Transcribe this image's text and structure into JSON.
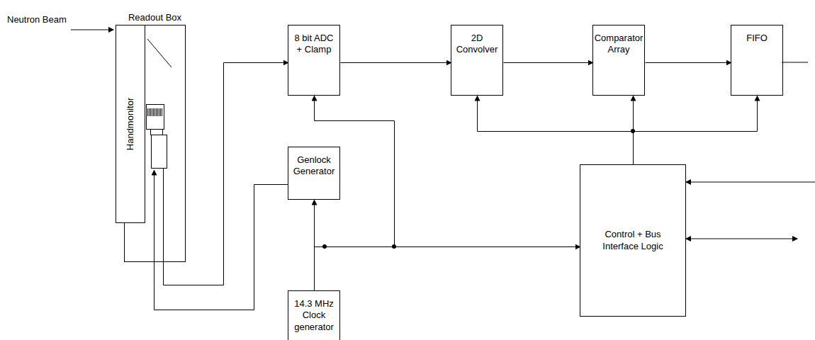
{
  "diagram": {
    "nodes": [
      {
        "text": [
          "Readout Box"
        ]
      },
      {
        "text": [
          "Handmonitor"
        ]
      },
      {
        "text": [
          "8 bit ADC + Clamp"
        ]
      },
      {
        "text": [
          "2D Convolver"
        ]
      },
      {
        "text": [
          "Comparator Array"
        ]
      },
      {
        "text": [
          "FIFO"
        ]
      },
      {
        "text": [
          "Genlock Generator"
        ]
      },
      {
        "text": [
          "Control + Bus Interface Logic"
        ]
      },
      {
        "text": [
          "14.3 MHz Clock generator"
        ]
      }
    ],
    "edges": [
      {
        "from": 0,
        "to": 2,
        "arrow": "to"
      },
      {
        "from": 6,
        "to": 0,
        "arrow": "to"
      },
      {
        "from": 2,
        "to": 3,
        "arrow": "to"
      },
      {
        "from": 3,
        "to": 4,
        "arrow": "to"
      },
      {
        "from": 4,
        "to": 5,
        "arrow": "to"
      },
      {
        "from": 8,
        "to": 6,
        "arrow": "to"
      },
      {
        "from": 8,
        "to": 2,
        "arrow": "to"
      },
      {
        "from": 8,
        "to": 7,
        "arrow": "to"
      },
      {
        "from": 7,
        "to": 3,
        "arrow": "to"
      },
      {
        "from": 7,
        "to": 4,
        "arrow": "to"
      },
      {
        "from": 7,
        "to": 5,
        "arrow": "to"
      }
    ],
    "labels": [
      "Neutron Beam"
    ]
  }
}
